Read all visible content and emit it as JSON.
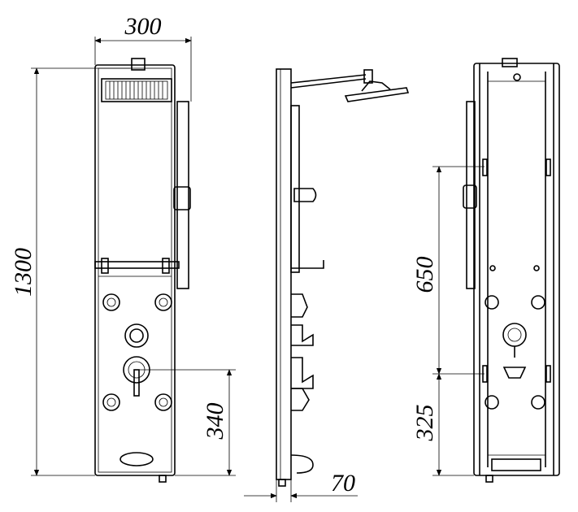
{
  "drawing": {
    "dimensions": {
      "width": "300",
      "height": "1300",
      "mixer_height": "340",
      "depth": "70",
      "upper_span": "650",
      "lower_span": "325"
    },
    "colors": {
      "line": "#000000",
      "background": "#ffffff"
    }
  }
}
